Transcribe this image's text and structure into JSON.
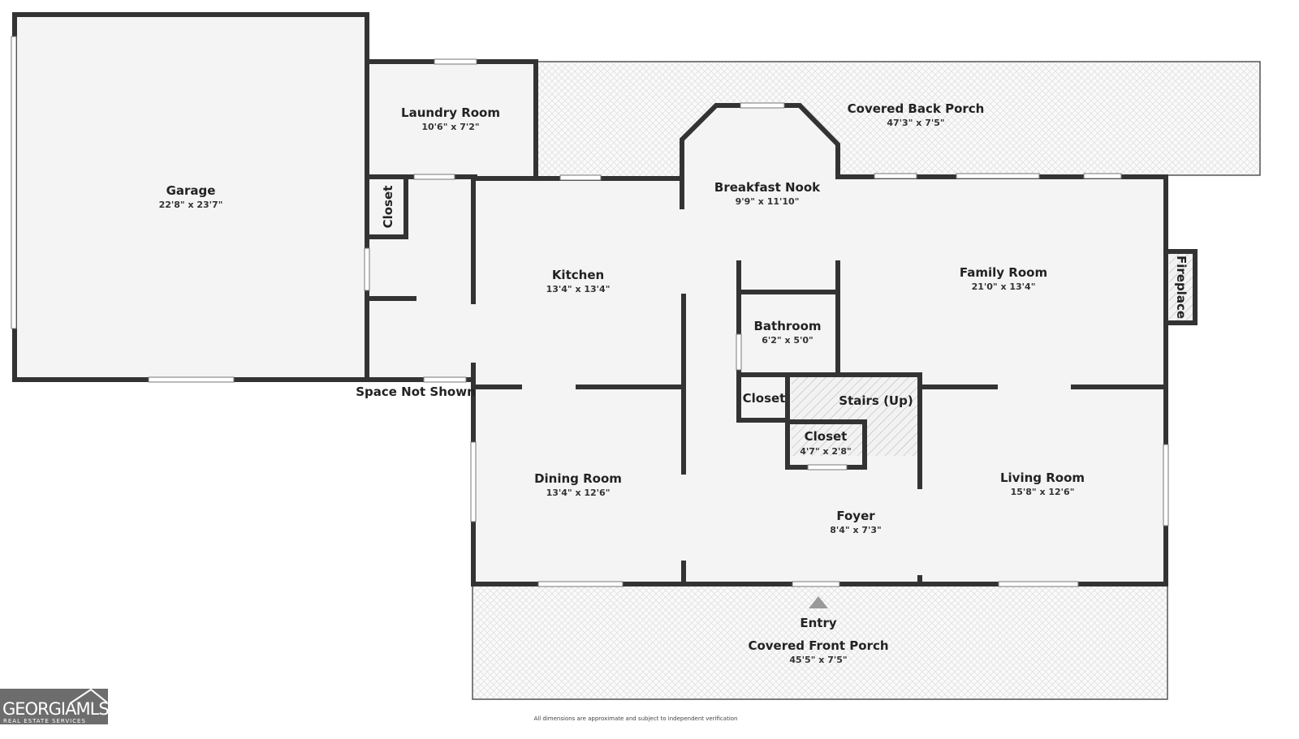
{
  "rooms": {
    "garage": {
      "name": "Garage",
      "dim": "22'8\" x 23'7\""
    },
    "laundry": {
      "name": "Laundry Room",
      "dim": "10'6\" x 7'2\""
    },
    "back_porch": {
      "name": "Covered Back Porch",
      "dim": "47'3\" x 7'5\""
    },
    "breakfast": {
      "name": "Breakfast Nook",
      "dim": "9'9\" x 11'10\""
    },
    "family": {
      "name": "Family Room",
      "dim": "21'0\" x 13'4\""
    },
    "kitchen": {
      "name": "Kitchen",
      "dim": "13'4\" x 13'4\""
    },
    "bathroom": {
      "name": "Bathroom",
      "dim": "6'2\" x 5'0\""
    },
    "closet_small": {
      "name": "Closet"
    },
    "closet_vertical": {
      "name": "Closet"
    },
    "stairs": {
      "name": "Stairs (Up)"
    },
    "closet_hall": {
      "name": "Closet",
      "dim": "4'7\" x 2'8\""
    },
    "dining": {
      "name": "Dining Room",
      "dim": "13'4\" x 12'6\""
    },
    "living": {
      "name": "Living Room",
      "dim": "15'8\" x 12'6\""
    },
    "foyer": {
      "name": "Foyer",
      "dim": "8'4\" x 7'3\""
    },
    "front_porch": {
      "name": "Covered Front Porch",
      "dim": "45'5\" x 7'5\""
    },
    "fireplace": {
      "name": "Fireplace"
    }
  },
  "labels": {
    "space_not_shown": "Space Not Shown",
    "entry": "Entry"
  },
  "logo": {
    "main": "GEORGIAMLS",
    "sub": "REAL ESTATE SERVICES"
  },
  "footer_note": "All dimensions are approximate and subject to independent verification",
  "colors": {
    "wall": "#333333",
    "floor": "#f4f4f4",
    "logo_bg": "#6d6d6d"
  }
}
